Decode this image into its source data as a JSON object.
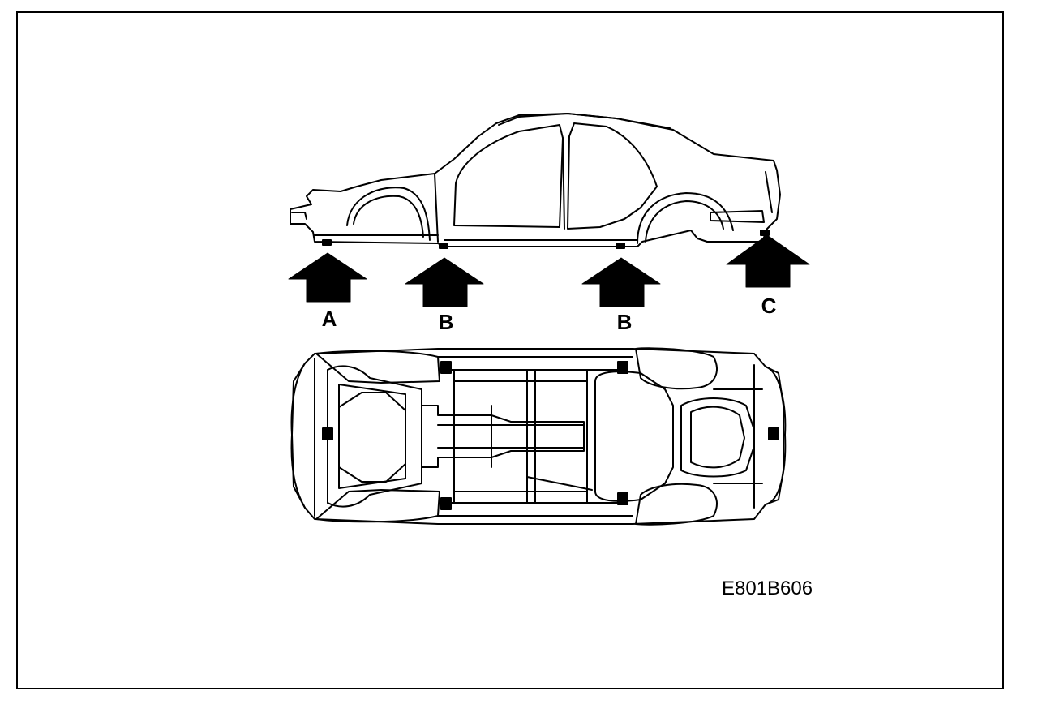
{
  "labels": {
    "front_jack_point": "A",
    "side_sill_front": "B",
    "side_sill_rear": "B",
    "rear_jack_point": "C"
  },
  "figure_code": "E801B606",
  "colors": {
    "ink": "#000000",
    "paper": "#ffffff"
  }
}
